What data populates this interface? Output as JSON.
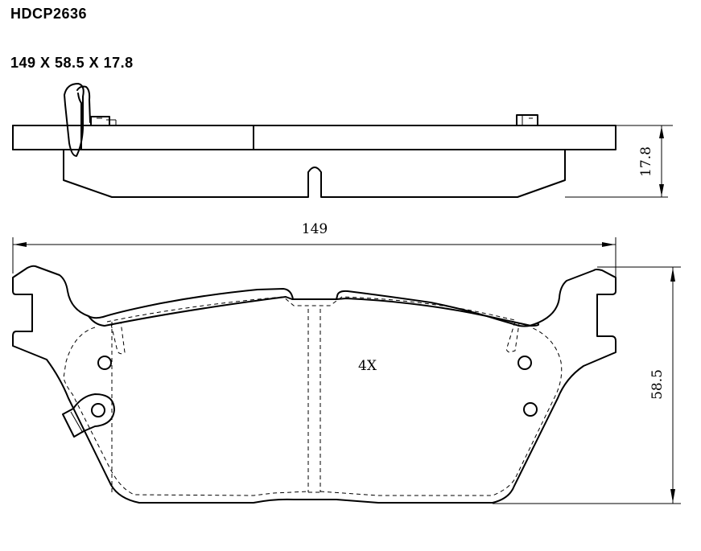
{
  "header": {
    "part_number": "HDCP2636",
    "dimensions_label": "149 X 58.5 X 17.8"
  },
  "drawing": {
    "side_view": {
      "thickness_dim": "17.8"
    },
    "front_view": {
      "width_dim": "149",
      "height_dim": "58.5",
      "quantity_note": "4X"
    }
  },
  "colors": {
    "line": "#000000",
    "background": "#ffffff"
  }
}
